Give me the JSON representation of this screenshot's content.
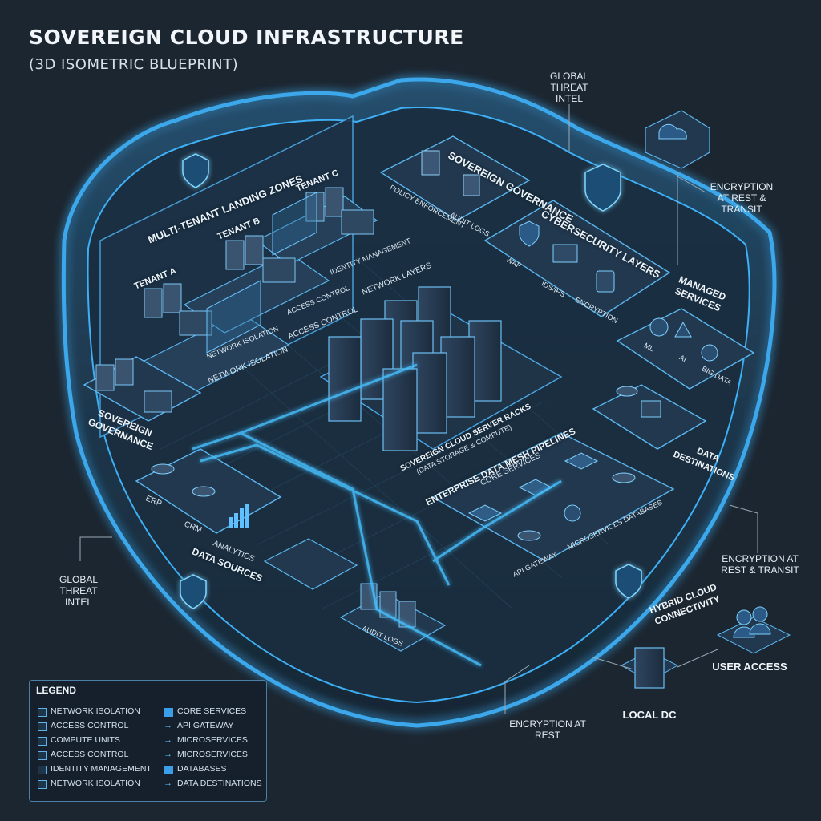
{
  "title": "SOVEREIGN CLOUD INFRASTRUCTURE",
  "subtitle": "(3D ISOMETRIC BLUEPRINT)",
  "callouts": {
    "global_threat_intel_top": "GLOBAL THREAT INTEL",
    "encryption_rest_transit_top": "ENCRYPTION AT REST & TRANSIT",
    "global_threat_intel_left": "GLOBAL THREAT INTEL",
    "encryption_rest_transit_right": "ENCRYPTION AT REST & TRANSIT",
    "encryption_at_rest": "ENCRYPTION AT REST",
    "user_access": "USER ACCESS",
    "local_dc": "LOCAL DC"
  },
  "zones": {
    "landing_zones": "MULTI-TENANT LANDING ZONES",
    "tenant_a": "TENANT A",
    "tenant_b": "TENANT B",
    "tenant_c": "TENANT C",
    "network_isolation_small": "NETWORK ISOLATION",
    "network_isolation": "NETWORK ISOLATION",
    "access_control_small": "ACCESS CONTROL",
    "access_control": "ACCESS CONTROL",
    "identity_management": "IDENTITY MANAGEMENT",
    "network_layers": "NETWORK LAYERS",
    "sovereign_governance_top": "SOVEREIGN GOVERNANCE",
    "policy_enforcement": "POLICY ENFORCEMENT",
    "audit_logs_top": "AUDIT LOGS",
    "cybersecurity_layers": "CYBERSECURITY LAYERS",
    "waf": "WAF",
    "ids_ips": "IDS/IPS",
    "encryption": "ENCRYPTION",
    "managed_services": "MANAGED SERVICES",
    "ml": "ML",
    "ai": "AI",
    "big_data": "BIG DATA",
    "sovereign_governance_left": "SOVEREIGN GOVERNANCE",
    "server_racks": "SOVEREIGN CLOUD SERVER RACKS",
    "server_racks_sub": "(DATA STORAGE & COMPUTE)",
    "data_mesh": "ENTERPRISE DATA MESH PIPELINES",
    "core_services": "CORE SERVICES",
    "api_gateway": "API GATEWAY",
    "microservices": "MICROSERVICES",
    "databases": "DATABASES",
    "data_destinations": "DATA DESTINATIONS",
    "erp": "ERP",
    "crm": "CRM",
    "analytics": "ANALYTICS",
    "data_sources": "DATA SOURCES",
    "audit_logs_bottom": "AUDIT LOGS",
    "hybrid_cloud": "HYBRID CLOUD CONNECTIVITY"
  },
  "legend": {
    "title": "LEGEND",
    "left": [
      "NETWORK ISOLATION",
      "ACCESS CONTROL",
      "COMPUTE UNITS",
      "ACCESS CONTROL",
      "IDENTITY MANAGEMENT",
      "NETWORK ISOLATION"
    ],
    "right": [
      "CORE SERVICES",
      "API GATEWAY",
      "MICROSERVICES",
      "MICROSERVICES",
      "DATABASES",
      "DATA DESTINATIONS"
    ]
  },
  "colors": {
    "background": "#1c2630",
    "neon": "#3fb6ff",
    "panel": "#243447"
  }
}
